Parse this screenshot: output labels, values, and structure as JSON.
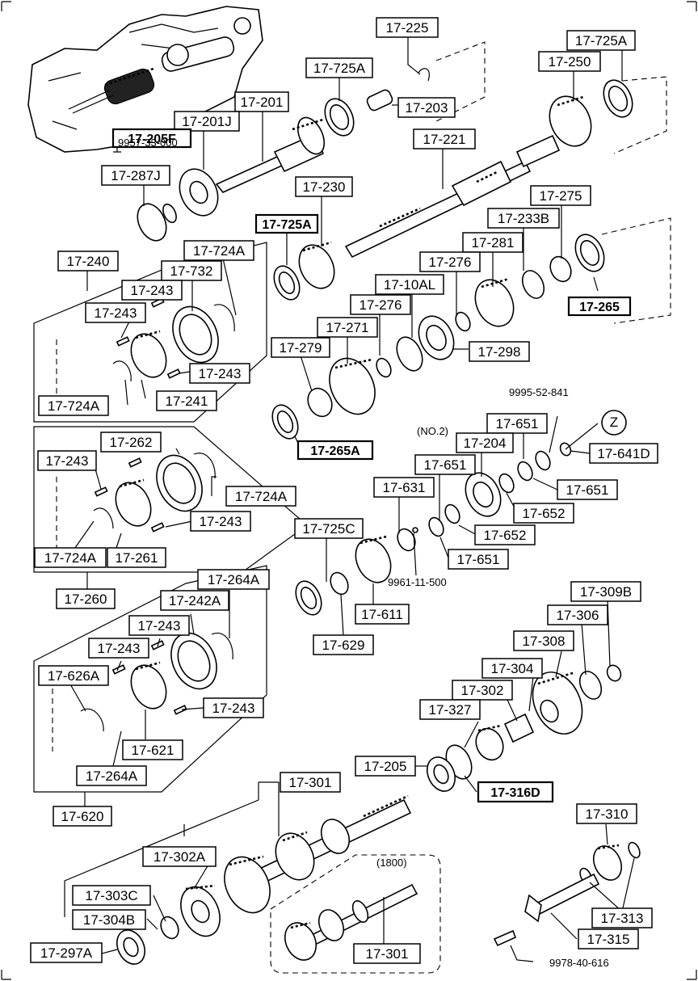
{
  "labels": [
    {
      "text": "17-225",
      "name": "label-17-225",
      "box": true,
      "bold": false
    },
    {
      "text": "17-725A",
      "name": "label-17-725a-a",
      "box": true,
      "bold": false
    },
    {
      "text": "17-201",
      "name": "label-17-201",
      "box": true,
      "bold": false
    },
    {
      "text": "17-203",
      "name": "label-17-203",
      "box": true,
      "bold": false
    },
    {
      "text": "17-201J",
      "name": "label-17-201j",
      "box": true,
      "bold": false
    },
    {
      "text": "17-205F",
      "name": "label-17-205f",
      "box": true,
      "bold": true
    },
    {
      "text": "9957-33-000",
      "name": "label-9957-33-000",
      "box": false,
      "bold": false
    },
    {
      "text": "17-287J",
      "name": "label-17-287j",
      "box": true,
      "bold": false
    },
    {
      "text": "17-725A",
      "name": "label-17-725a-b",
      "box": true,
      "bold": false
    },
    {
      "text": "17-250",
      "name": "label-17-250",
      "box": true,
      "bold": false
    },
    {
      "text": "17-221",
      "name": "label-17-221",
      "box": true,
      "bold": false
    },
    {
      "text": "17-230",
      "name": "label-17-230",
      "box": true,
      "bold": false
    },
    {
      "text": "17-725A",
      "name": "label-17-725a-c",
      "box": true,
      "bold": true
    },
    {
      "text": "17-275",
      "name": "label-17-275",
      "box": true,
      "bold": false
    },
    {
      "text": "17-233B",
      "name": "label-17-233b",
      "box": true,
      "bold": false
    },
    {
      "text": "17-281",
      "name": "label-17-281",
      "box": true,
      "bold": false
    },
    {
      "text": "17-276",
      "name": "label-17-276-a",
      "box": true,
      "bold": false
    },
    {
      "text": "17-10AL",
      "name": "label-17-10al",
      "box": true,
      "bold": false
    },
    {
      "text": "17-265",
      "name": "label-17-265",
      "box": true,
      "bold": true
    },
    {
      "text": "17-276",
      "name": "label-17-276-b",
      "box": true,
      "bold": false
    },
    {
      "text": "17-271",
      "name": "label-17-271",
      "box": true,
      "bold": false
    },
    {
      "text": "17-298",
      "name": "label-17-298",
      "box": true,
      "bold": false
    },
    {
      "text": "17-279",
      "name": "label-17-279",
      "box": true,
      "bold": false
    },
    {
      "text": "17-265A",
      "name": "label-17-265a",
      "box": true,
      "bold": true
    },
    {
      "text": "17-240",
      "name": "label-17-240",
      "box": true,
      "bold": false
    },
    {
      "text": "17-724A",
      "name": "label-17-724a-a",
      "box": true,
      "bold": false
    },
    {
      "text": "17-732",
      "name": "label-17-732",
      "box": true,
      "bold": false
    },
    {
      "text": "17-243",
      "name": "label-17-243-a",
      "box": true,
      "bold": false
    },
    {
      "text": "17-243",
      "name": "label-17-243-b",
      "box": true,
      "bold": false
    },
    {
      "text": "17-243",
      "name": "label-17-243-c",
      "box": true,
      "bold": false
    },
    {
      "text": "17-724A",
      "name": "label-17-724a-b",
      "box": true,
      "bold": false
    },
    {
      "text": "17-241",
      "name": "label-17-241",
      "box": true,
      "bold": false
    },
    {
      "text": "9995-52-841",
      "name": "label-9995-52-841",
      "box": false,
      "bold": false
    },
    {
      "text": "17-651",
      "name": "label-17-651-a",
      "box": true,
      "bold": false
    },
    {
      "text": "(NO.2)",
      "name": "label-no2",
      "box": false,
      "bold": false
    },
    {
      "text": "17-204",
      "name": "label-17-204",
      "box": true,
      "bold": false
    },
    {
      "text": "17-641D",
      "name": "label-17-641d",
      "box": true,
      "bold": false
    },
    {
      "text": "17-651",
      "name": "label-17-651-b",
      "box": true,
      "bold": false
    },
    {
      "text": "17-651",
      "name": "label-17-651-c",
      "box": true,
      "bold": false
    },
    {
      "text": "17-631",
      "name": "label-17-631",
      "box": true,
      "bold": false
    },
    {
      "text": "17-652",
      "name": "label-17-652-a",
      "box": true,
      "bold": false
    },
    {
      "text": "17-652",
      "name": "label-17-652-b",
      "box": true,
      "bold": false
    },
    {
      "text": "17-651",
      "name": "label-17-651-d",
      "box": true,
      "bold": false
    },
    {
      "text": "17-262",
      "name": "label-17-262",
      "box": true,
      "bold": false
    },
    {
      "text": "17-243",
      "name": "label-17-243-d",
      "box": true,
      "bold": false
    },
    {
      "text": "17-724A",
      "name": "label-17-724a-c",
      "box": true,
      "bold": false
    },
    {
      "text": "17-243",
      "name": "label-17-243-e",
      "box": true,
      "bold": false
    },
    {
      "text": "17-724A",
      "name": "label-17-724a-d",
      "box": true,
      "bold": false
    },
    {
      "text": "17-261",
      "name": "label-17-261",
      "box": true,
      "bold": false
    },
    {
      "text": "17-260",
      "name": "label-17-260",
      "box": true,
      "bold": false
    },
    {
      "text": "17-725C",
      "name": "label-17-725c",
      "box": true,
      "bold": false
    },
    {
      "text": "9961-11-500",
      "name": "label-9961-11-500",
      "box": false,
      "bold": false
    },
    {
      "text": "17-611",
      "name": "label-17-611",
      "box": true,
      "bold": false
    },
    {
      "text": "17-629",
      "name": "label-17-629",
      "box": true,
      "bold": false
    },
    {
      "text": "17-264A",
      "name": "label-17-264a-a",
      "box": true,
      "bold": false
    },
    {
      "text": "17-242A",
      "name": "label-17-242a",
      "box": true,
      "bold": false
    },
    {
      "text": "17-243",
      "name": "label-17-243-f",
      "box": true,
      "bold": false
    },
    {
      "text": "17-243",
      "name": "label-17-243-g",
      "box": true,
      "bold": false
    },
    {
      "text": "17-626A",
      "name": "label-17-626a",
      "box": true,
      "bold": false
    },
    {
      "text": "17-243",
      "name": "label-17-243-h",
      "box": true,
      "bold": false
    },
    {
      "text": "17-621",
      "name": "label-17-621",
      "box": true,
      "bold": false
    },
    {
      "text": "17-264A",
      "name": "label-17-264a-b",
      "box": true,
      "bold": false
    },
    {
      "text": "17-620",
      "name": "label-17-620",
      "box": true,
      "bold": false
    },
    {
      "text": "17-309B",
      "name": "label-17-309b",
      "box": true,
      "bold": false
    },
    {
      "text": "17-306",
      "name": "label-17-306",
      "box": true,
      "bold": false
    },
    {
      "text": "17-308",
      "name": "label-17-308",
      "box": true,
      "bold": false
    },
    {
      "text": "17-304",
      "name": "label-17-304",
      "box": true,
      "bold": false
    },
    {
      "text": "17-302",
      "name": "label-17-302",
      "box": true,
      "bold": false
    },
    {
      "text": "17-327",
      "name": "label-17-327",
      "box": true,
      "bold": false
    },
    {
      "text": "17-205",
      "name": "label-17-205",
      "box": true,
      "bold": false
    },
    {
      "text": "17-316D",
      "name": "label-17-316d",
      "box": true,
      "bold": true
    },
    {
      "text": "17-301",
      "name": "label-17-301-a",
      "box": true,
      "bold": false
    },
    {
      "text": "17-302A",
      "name": "label-17-302a",
      "box": true,
      "bold": false
    },
    {
      "text": "(1800)",
      "name": "label-1800",
      "box": false,
      "bold": false
    },
    {
      "text": "17-303C",
      "name": "label-17-303c",
      "box": true,
      "bold": false
    },
    {
      "text": "17-304B",
      "name": "label-17-304b",
      "box": true,
      "bold": false
    },
    {
      "text": "17-297A",
      "name": "label-17-297a",
      "box": true,
      "bold": false
    },
    {
      "text": "17-301",
      "name": "label-17-301-b",
      "box": true,
      "bold": false
    },
    {
      "text": "17-310",
      "name": "label-17-310",
      "box": true,
      "bold": false
    },
    {
      "text": "17-313",
      "name": "label-17-313",
      "box": true,
      "bold": false
    },
    {
      "text": "17-315",
      "name": "label-17-315",
      "box": true,
      "bold": false
    },
    {
      "text": "9978-40-616",
      "name": "label-9978-40-616",
      "box": false,
      "bold": false
    },
    {
      "text": "Z",
      "name": "label-z-circle",
      "box": false,
      "bold": false
    }
  ]
}
